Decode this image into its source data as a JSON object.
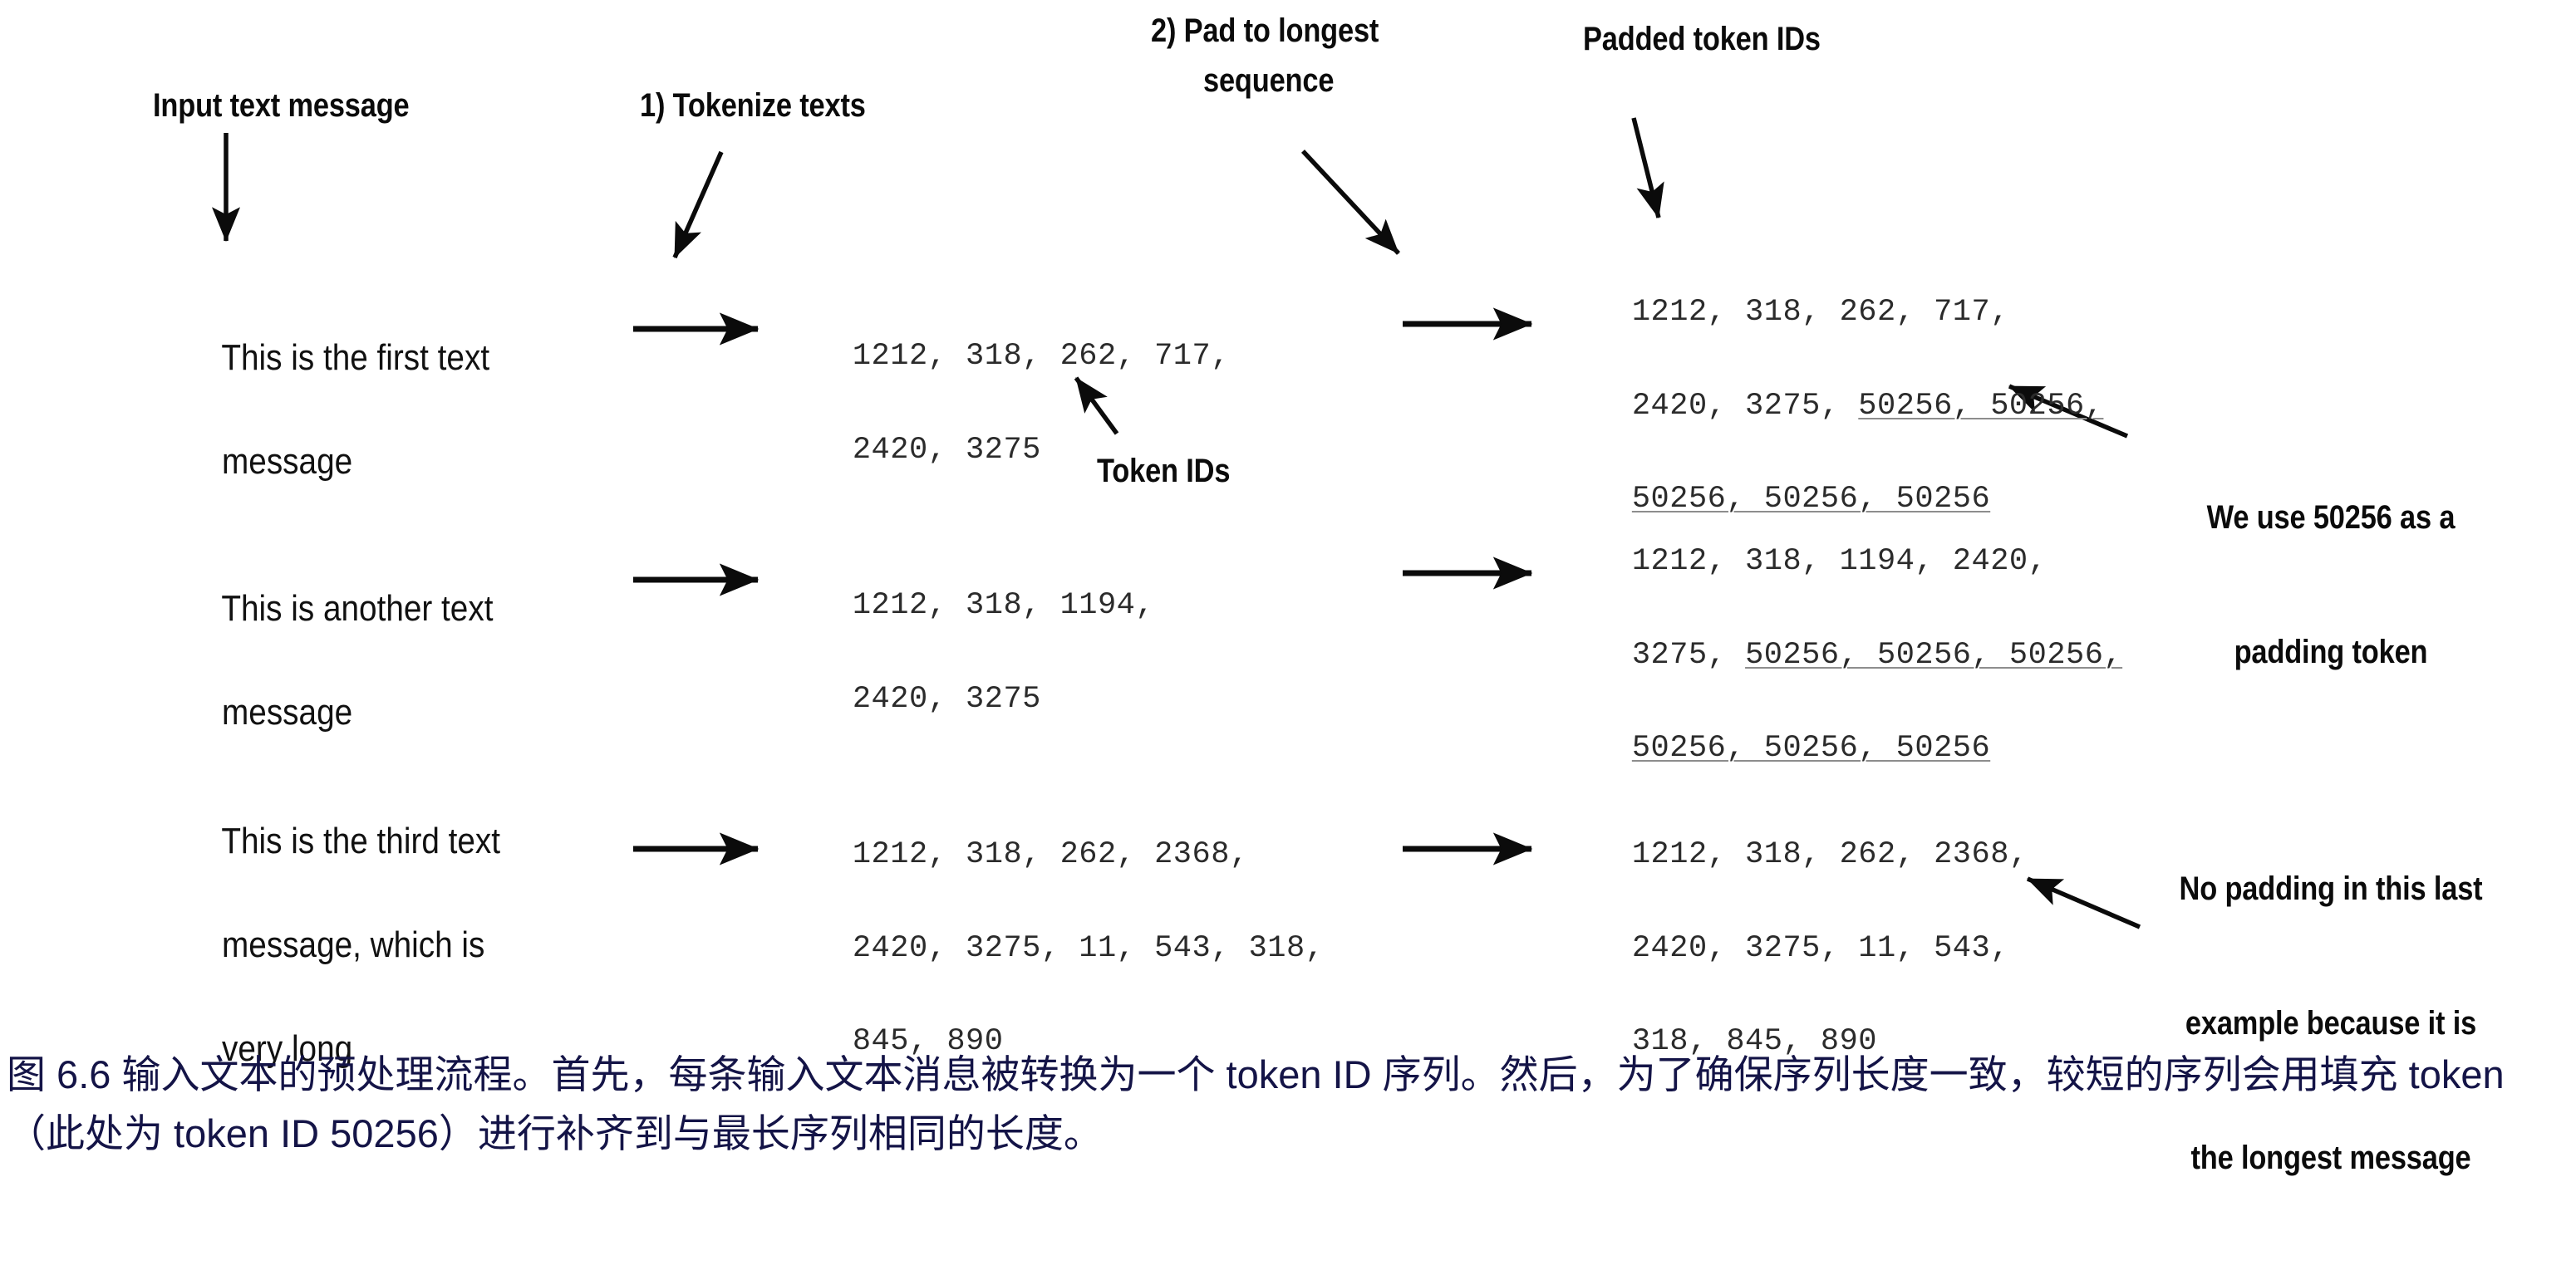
{
  "figure": {
    "headings": [
      {
        "id": "input-text-message",
        "text": "Input text message"
      },
      {
        "id": "tokenize-texts",
        "text": "1) Tokenize texts"
      },
      {
        "id": "pad-to-longest-sequence-line1",
        "text": "2) Pad to longest"
      },
      {
        "id": "pad-to-longest-sequence-line2",
        "text": "sequence"
      },
      {
        "id": "padded-token-ids",
        "text": "Padded token IDs"
      },
      {
        "id": "token-ids",
        "text": "Token IDs"
      }
    ],
    "messages": [
      {
        "line1": "This is the first text",
        "line2": "message",
        "line3": ""
      },
      {
        "line1": "This is another text",
        "line2": "message",
        "line3": ""
      },
      {
        "line1": "This is the third text",
        "line2": "message, which is",
        "line3": "very long"
      }
    ],
    "token_ids": [
      {
        "line1": "1212, 318, 262, 717,",
        "line2": "2420, 3275",
        "line3": ""
      },
      {
        "line1": "1212, 318, 1194,",
        "line2": "2420, 3275",
        "line3": ""
      },
      {
        "line1": "1212, 318, 262, 2368,",
        "line2": "2420, 3275, 11, 543, 318,",
        "line3": "845, 890"
      }
    ],
    "padded_token_ids": [
      {
        "line1_plain": "1212, 318, 262, 717,",
        "line2_plain": "2420, 3275, ",
        "line2_pad": "50256, 50256,",
        "line3_pad": "50256, 50256, 50256"
      },
      {
        "line1_plain": "1212, 318, 1194, 2420,",
        "line2_plain": "3275, ",
        "line2_pad": "50256, 50256, 50256,",
        "line3_pad": "50256, 50256, 50256"
      },
      {
        "line1_plain": "1212, 318, 262, 2368,",
        "line2_plain": "2420, 3275, 11, 543,",
        "line2_pad": "",
        "line3_plain": "318, 845, 890"
      }
    ],
    "notes": [
      {
        "id": "padding-token-note",
        "line1": "We use 50256 as a",
        "line2": "padding token",
        "line3": ""
      },
      {
        "id": "no-padding-note",
        "line1": "No padding in this last",
        "line2": "example because it is",
        "line3": "the longest message"
      }
    ],
    "caption": {
      "text": "图 6.6 输入文本的预处理流程。首先，每条输入文本消息被转换为一个 token ID 序列。然后，为了确保序列长度一致，较短的序列会用填充 token（此处为 token ID 50256）进行补齐到与最长序列相同的长度。",
      "color": "#141447"
    },
    "colors": {
      "background": "#ffffff",
      "annotation": "#0b0b0b",
      "message_text": "#111111",
      "token_text": "#2b2b2b",
      "underline": "#8d8d8d",
      "caption": "#141447"
    },
    "icons": {
      "flow_arrow": "arrow-right-icon",
      "pointer_arrow": "arrow-pointer-icon"
    }
  }
}
